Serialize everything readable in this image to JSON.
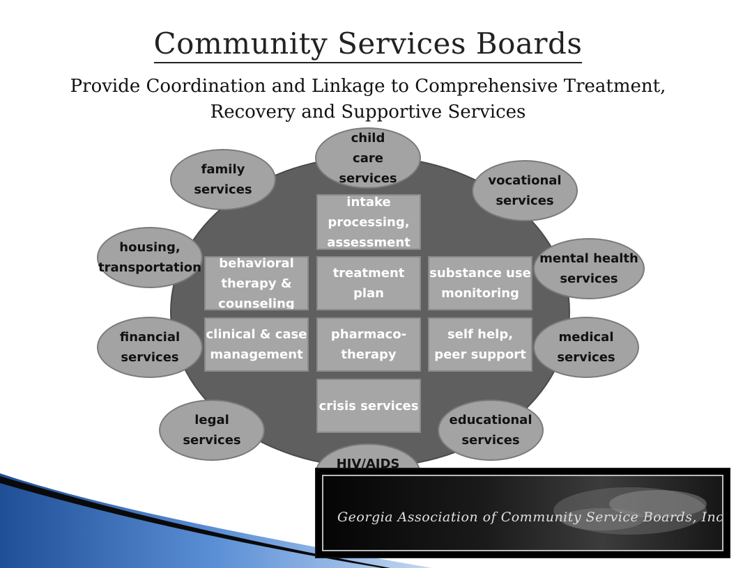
{
  "title": "Community Services Boards",
  "subtitle": "Provide Coordination and Linkage to Comprehensive Treatment, Recovery and Supportive Services",
  "center_boxes": [
    {
      "id": "intake",
      "label": "intake processing, assessment"
    },
    {
      "id": "behavioral",
      "label": "behavioral therapy & counseling"
    },
    {
      "id": "treatment",
      "label": "treatment plan"
    },
    {
      "id": "substance",
      "label": "substance use monitoring"
    },
    {
      "id": "clinical",
      "label": "clinical & case management"
    },
    {
      "id": "pharmaco",
      "label": "pharmaco-therapy"
    },
    {
      "id": "selfhelp",
      "label": "self help, peer support"
    },
    {
      "id": "crisis",
      "label": "crisis services"
    }
  ],
  "bubbles": [
    {
      "id": "child-care",
      "label": "child\ncare\nservices"
    },
    {
      "id": "family",
      "label": "family\nservices"
    },
    {
      "id": "vocational",
      "label": "vocational\nservices"
    },
    {
      "id": "housing",
      "label": "housing,\ntransportation"
    },
    {
      "id": "mental-health",
      "label": "mental health\nservices"
    },
    {
      "id": "financial",
      "label": "financial\nservices"
    },
    {
      "id": "medical",
      "label": "medical\nservices"
    },
    {
      "id": "legal",
      "label": "legal\nservices"
    },
    {
      "id": "educational",
      "label": "educational\nservices"
    },
    {
      "id": "hiv-aids",
      "label": "HIV/AIDS\nservices"
    }
  ],
  "logo": {
    "text": "Georgia Association of Community Service Boards, Inc."
  },
  "colors": {
    "hub": "#5f5f5f",
    "box": "#a6a6a6",
    "bubble": "#a3a3a3",
    "accent_blue": "#2f5fa8"
  }
}
